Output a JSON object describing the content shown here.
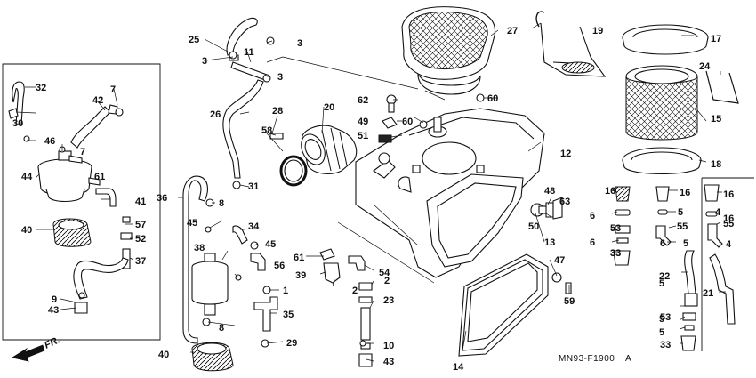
{
  "diagram": {
    "drawing_code": "MN93-F1900",
    "drawing_code_suffix": "A",
    "direction_label": "FR.",
    "part_labels": [
      "1",
      "2",
      "2",
      "3",
      "3",
      "3",
      "4",
      "4",
      "5",
      "5",
      "5",
      "5",
      "5",
      "6",
      "6",
      "6",
      "7",
      "7",
      "8",
      "8",
      "9",
      "10",
      "11",
      "12",
      "13",
      "14",
      "15",
      "16",
      "16",
      "16",
      "16",
      "17",
      "18",
      "19",
      "20",
      "21",
      "22",
      "23",
      "24",
      "25",
      "26",
      "27",
      "28",
      "29",
      "30",
      "31",
      "32",
      "33",
      "33",
      "33",
      "34",
      "35",
      "36",
      "37",
      "38",
      "39",
      "40",
      "40",
      "41",
      "42",
      "43",
      "43",
      "44",
      "45",
      "45",
      "46",
      "47",
      "48",
      "49",
      "50",
      "51",
      "52",
      "53",
      "53",
      "54",
      "55",
      "55",
      "56",
      "57",
      "58",
      "59",
      "60",
      "60",
      "61",
      "61",
      "62",
      "63"
    ]
  }
}
